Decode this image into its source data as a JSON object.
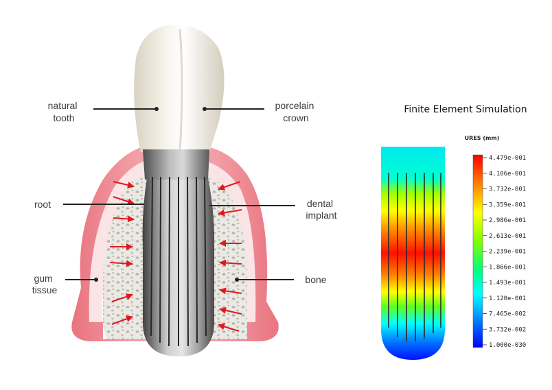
{
  "labels": {
    "natural_tooth": [
      "natural",
      "tooth"
    ],
    "porcelain_crown": [
      "porcelain",
      "crown"
    ],
    "root": "root",
    "dental_implant": [
      "dental",
      "implant"
    ],
    "gum_tissue": [
      "gum",
      "tissue"
    ],
    "bone": "bone"
  },
  "simulation": {
    "title": "Finite Element Simulation",
    "unit_label": "URES (mm)",
    "scale_ticks": [
      "4.479e-001",
      "4.106e-001",
      "3.732e-001",
      "3.359e-001",
      "2.986e-001",
      "2.613e-001",
      "2.239e-001",
      "1.866e-001",
      "1.493e-001",
      "1.120e-001",
      "7.465e-002",
      "3.732e-002",
      "1.000e-030"
    ],
    "colormap": [
      "#ff0000",
      "#ff8000",
      "#ffff00",
      "#80ff00",
      "#00ff80",
      "#00ffff",
      "#0080ff",
      "#0000ff"
    ]
  },
  "colors": {
    "gum": "#f28a94",
    "gum_light": "#fbd0d4",
    "bone": "#e8e6e1",
    "crown": "#f3efe6",
    "implant_dark": "#4a4a4a",
    "implant_light": "#d0d0d0",
    "arrow": "#e0191f",
    "leader": "#222222"
  }
}
